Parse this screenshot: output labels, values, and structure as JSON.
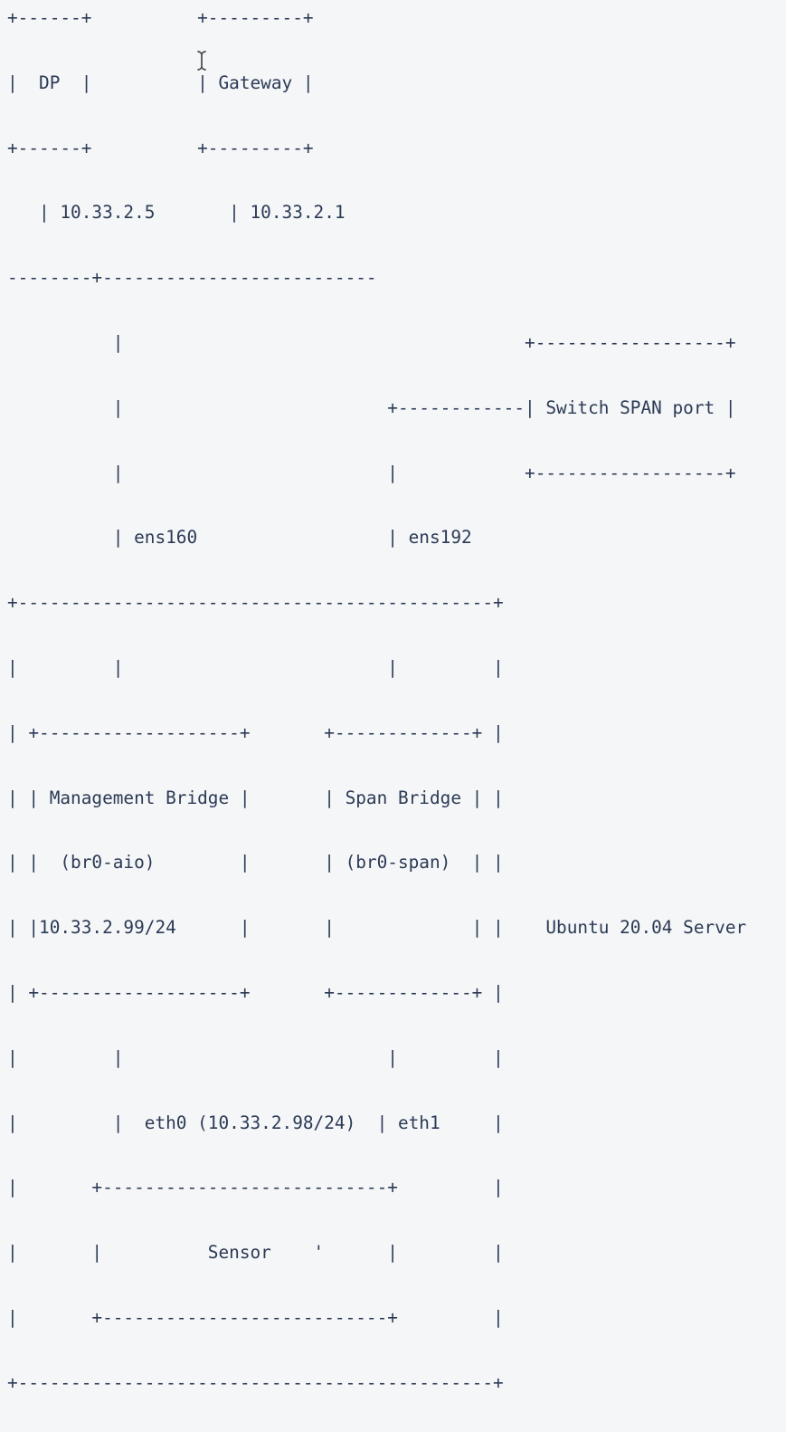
{
  "diagram": {
    "lines": [
      "+------+          +---------+",
      "|  DP  |          | Gateway |",
      "+------+          +---------+",
      "   | 10.33.2.5       | 10.33.2.1",
      "--------+--------------------------",
      "          |                                      +------------------+",
      "          |                         +------------| Switch SPAN port |",
      "          |                         |            +------------------+",
      "          | ens160                  | ens192",
      "+---------------------------------------------+",
      "|         |                         |         |",
      "| +-------------------+       +-------------+ |",
      "| | Management Bridge |       | Span Bridge | |",
      "| |  (br0-aio)        |       | (br0-span)  | |",
      "| |10.33.2.99/24      |       |             | |    Ubuntu 20.04 Server",
      "| +-------------------+       +-------------+ |",
      "|         |                         |         |",
      "|         |  eth0 (10.33.2.98/24)  | eth1     |",
      "|       +---------------------------+         |",
      "|       |          Sensor    '      |         |",
      "|       +---------------------------+         |",
      "+---------------------------------------------+"
    ]
  },
  "entities": {
    "dp": {
      "label": "DP",
      "ip": "10.33.2.5"
    },
    "gateway": {
      "label": "Gateway",
      "ip": "10.33.2.1"
    },
    "switch_span_port": {
      "label": "Switch SPAN port"
    },
    "server": {
      "label": "Ubuntu 20.04 Server",
      "nics": [
        "ens160",
        "ens192"
      ]
    },
    "management_bridge": {
      "label": "Management Bridge",
      "device": "(br0-aio)",
      "ip": "10.33.2.99/24"
    },
    "span_bridge": {
      "label": "Span Bridge",
      "device": "(br0-span)"
    },
    "sensor": {
      "label": "Sensor",
      "eth0": "eth0 (10.33.2.98/24)",
      "eth1": "eth1"
    }
  },
  "colors": {
    "background": "#f5f6f8",
    "text": "#2b3a55"
  }
}
